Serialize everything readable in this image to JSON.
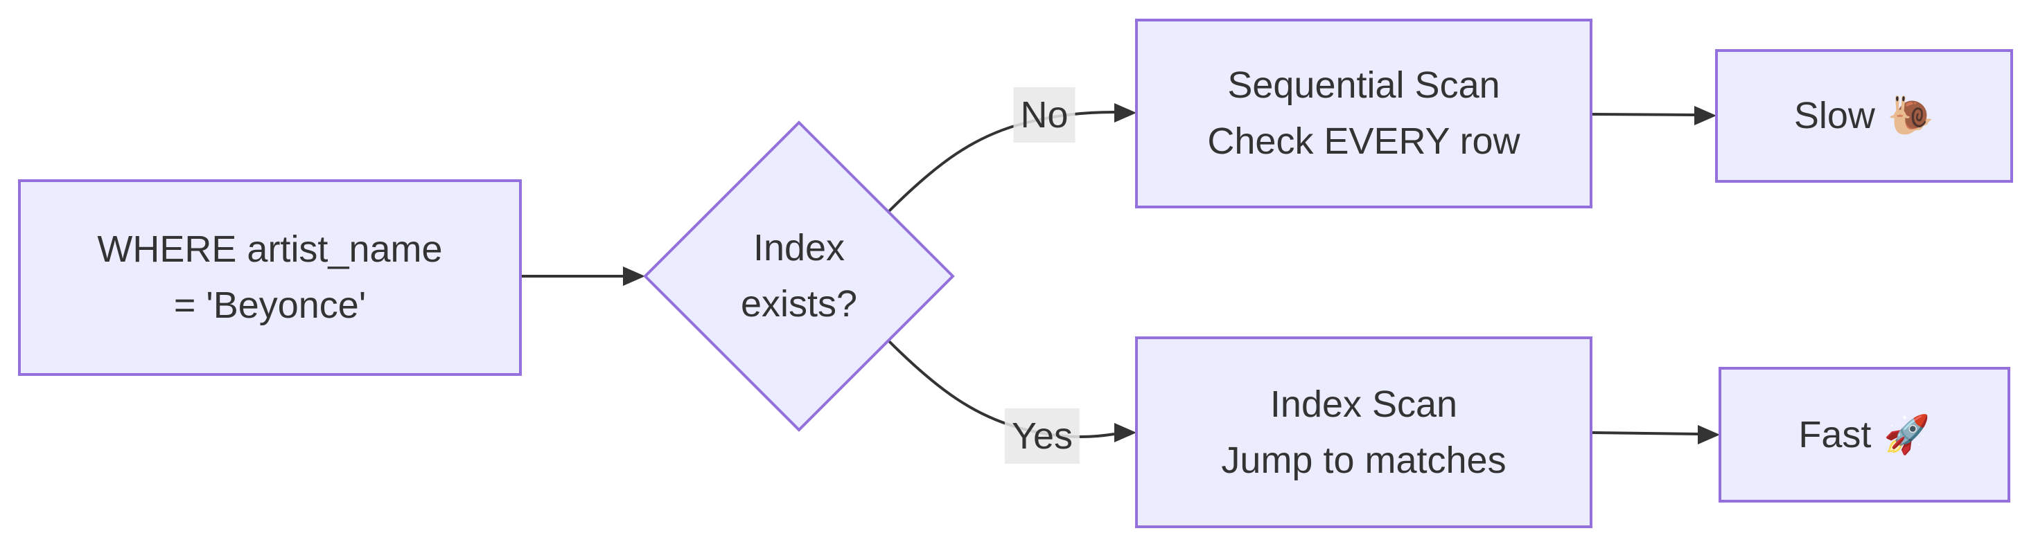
{
  "diagram": {
    "type": "flowchart",
    "nodes": {
      "where": {
        "line1": "WHERE artist_name",
        "line2": "= 'Beyonce'"
      },
      "decision": {
        "line1": "Index",
        "line2": "exists?"
      },
      "seqscan": {
        "line1": "Sequential Scan",
        "line2": "Check EVERY row"
      },
      "slow": {
        "label": "Slow",
        "emoji": "🐌"
      },
      "indexscan": {
        "line1": "Index Scan",
        "line2": "Jump to matches"
      },
      "fast": {
        "label": "Fast",
        "emoji": "🚀"
      }
    },
    "edge_labels": {
      "no": "No",
      "yes": "Yes"
    },
    "colors": {
      "node_fill": "#ECECFF",
      "node_border": "#9370DB",
      "edge": "#333333",
      "text": "#333333",
      "label_bg": "#e8e8e8",
      "background": "#ffffff"
    }
  }
}
